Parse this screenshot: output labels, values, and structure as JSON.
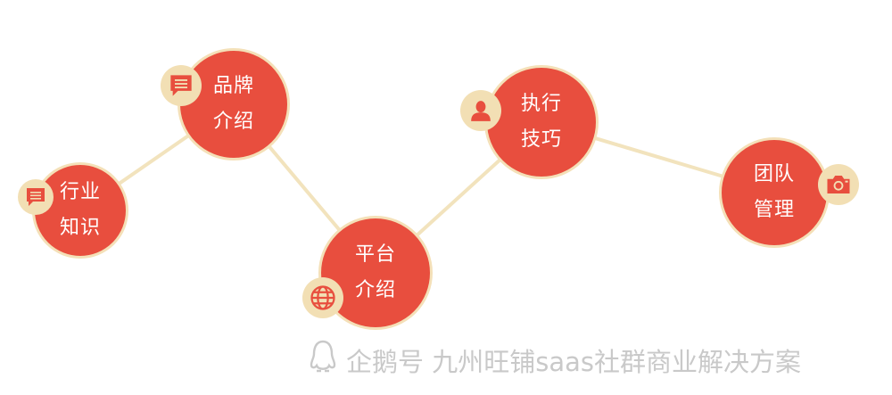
{
  "nodes": [
    {
      "id": "hangye",
      "line1": "行业",
      "line2": "知识",
      "icon": "chat-icon"
    },
    {
      "id": "pinpai",
      "line1": "品牌",
      "line2": "介绍",
      "icon": "chat-icon"
    },
    {
      "id": "pingtai",
      "line1": "平台",
      "line2": "介绍",
      "icon": "globe-icon"
    },
    {
      "id": "zhixing",
      "line1": "执行",
      "line2": "技巧",
      "icon": "person-icon"
    },
    {
      "id": "tuandui",
      "line1": "团队",
      "line2": "管理",
      "icon": "camera-icon"
    }
  ],
  "watermark": {
    "text": "企鹅号 九州旺铺saas社群商业解决方案",
    "icon": "penguin-icon"
  },
  "colors": {
    "node_fill": "#e84e3e",
    "node_ring": "#f4e0b8",
    "connector": "#f2e3bd",
    "badge_fill": "#f2dfb4",
    "icon_color": "#e84e3e",
    "watermark": "#c9c9c9"
  }
}
